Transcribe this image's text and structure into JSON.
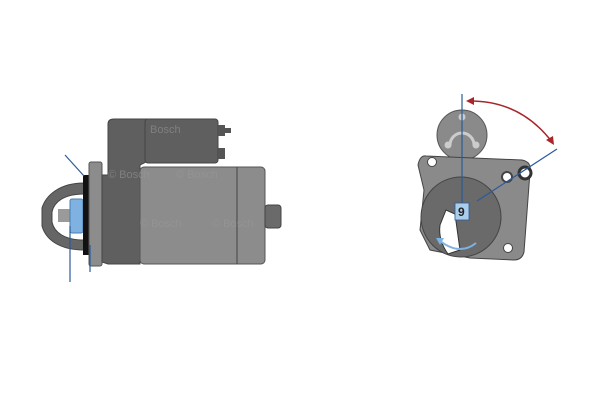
{
  "watermark": "© Bosch",
  "solenoid_watermark": "Bosch",
  "rotation_label": "9",
  "colors": {
    "body": "#8a8a8a",
    "dark": "#5f5f5f",
    "guide_line": "#2a5a9a",
    "arrow": "#a8262b",
    "pinion": "#7fb2e0",
    "label_bg": "#a9cdea"
  }
}
